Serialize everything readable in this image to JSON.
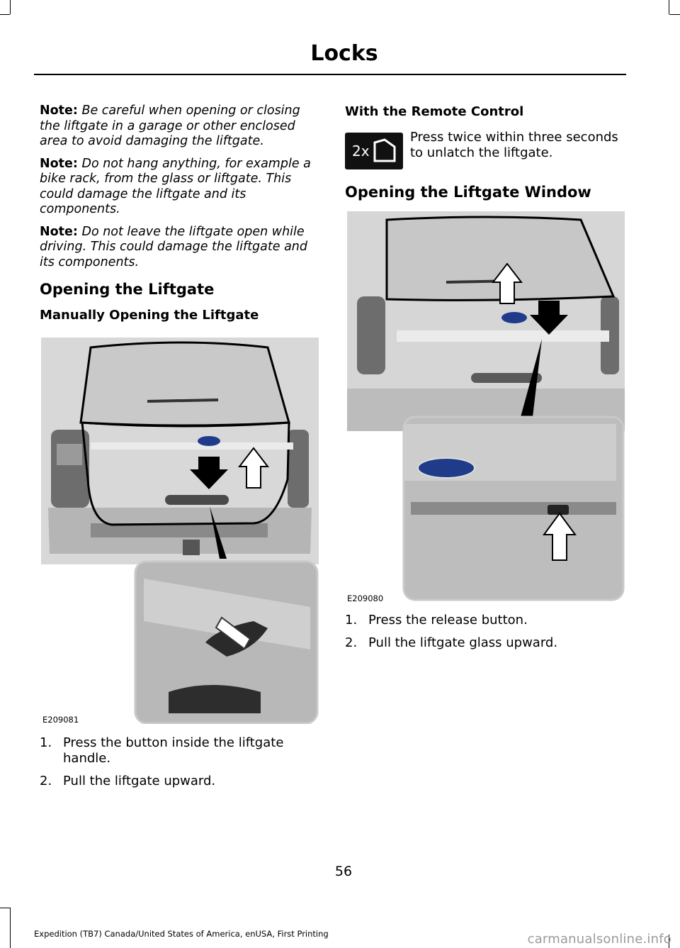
{
  "header": {
    "title": "Locks"
  },
  "notes": [
    {
      "label": "Note:",
      "text": " Be careful when opening or closing the liftgate in a garage or other enclosed area to avoid damaging the liftgate."
    },
    {
      "label": "Note:",
      "text": "  Do not hang anything, for example a bike rack, from the glass or liftgate.  This could damage the liftgate and its components."
    },
    {
      "label": "Note:",
      "text": "  Do not leave the liftgate open while driving.  This could damage the liftgate and its components."
    }
  ],
  "section_liftgate": {
    "title": "Opening the Liftgate",
    "subtitle": "Manually Opening the Liftgate",
    "figure_code": "E209081",
    "steps": [
      {
        "num": "1.",
        "text": "Press the button inside the liftgate handle."
      },
      {
        "num": "2.",
        "text": "Pull the liftgate upward."
      }
    ]
  },
  "remote": {
    "title": "With the Remote Control",
    "icon_label": "2x",
    "text": "Press twice within three seconds to unlatch the liftgate."
  },
  "section_window": {
    "title": "Opening the Liftgate Window",
    "figure_code": "E209080",
    "steps": [
      {
        "num": "1.",
        "text": "Press the release button."
      },
      {
        "num": "2.",
        "text": "Pull the liftgate glass upward."
      }
    ]
  },
  "page_number": "56",
  "footer": "Expedition (TB7) Canada/United States of America, enUSA, First Printing",
  "watermark": "carmanualsonline.info"
}
